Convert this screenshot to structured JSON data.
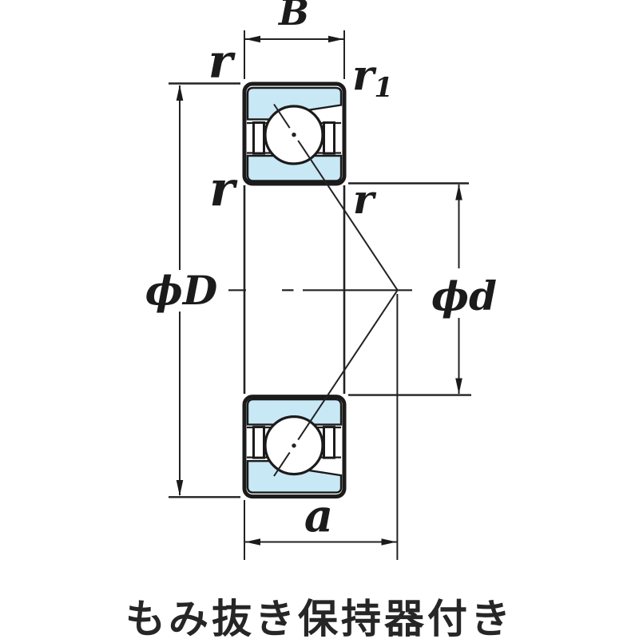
{
  "figure": {
    "type": "angular-contact-ball-bearing-cross-section",
    "caption": "もみ抜き保持器付き",
    "dimensions": {
      "width_label": "B",
      "outer_diameter_label": "ϕD",
      "bore_diameter_label": "ϕd",
      "load_center_label": "a",
      "chamfer_top_left": "r",
      "chamfer_mid_left": "r",
      "chamfer_mid_right": "r",
      "chamfer_small": "r",
      "chamfer_small_sub": "1"
    },
    "colors": {
      "ring_fill": "#c9e8f5",
      "outline": "#1b1b1b",
      "thin_line": "#222222",
      "background": "#ffffff"
    }
  }
}
